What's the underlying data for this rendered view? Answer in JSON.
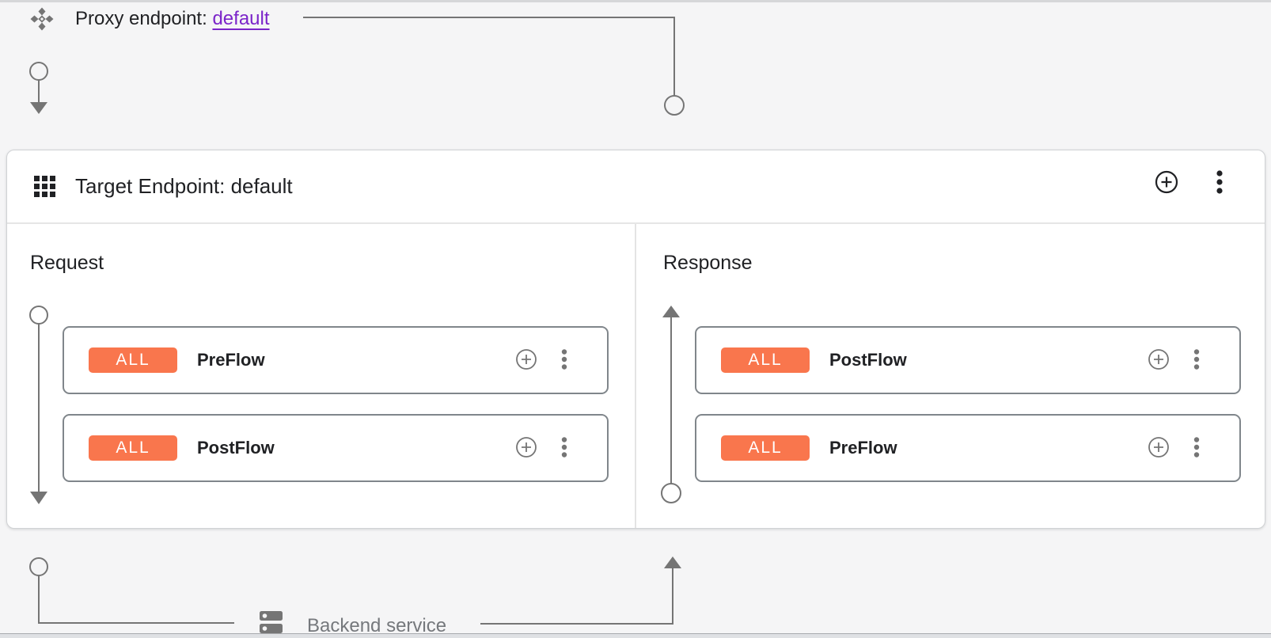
{
  "proxy": {
    "label": "Proxy endpoint:",
    "link": "default"
  },
  "target": {
    "title": "Target Endpoint: default",
    "panels": [
      {
        "label": "Request",
        "flows": [
          {
            "badge": "ALL",
            "name": "PreFlow"
          },
          {
            "badge": "ALL",
            "name": "PostFlow"
          }
        ]
      },
      {
        "label": "Response",
        "flows": [
          {
            "badge": "ALL",
            "name": "PostFlow"
          },
          {
            "badge": "ALL",
            "name": "PreFlow"
          }
        ]
      }
    ]
  },
  "backend": {
    "label": "Backend service"
  },
  "colors": {
    "badge_orange": "#F9764D",
    "link_purple": "#7B24C9",
    "line_gray": "#757575"
  }
}
